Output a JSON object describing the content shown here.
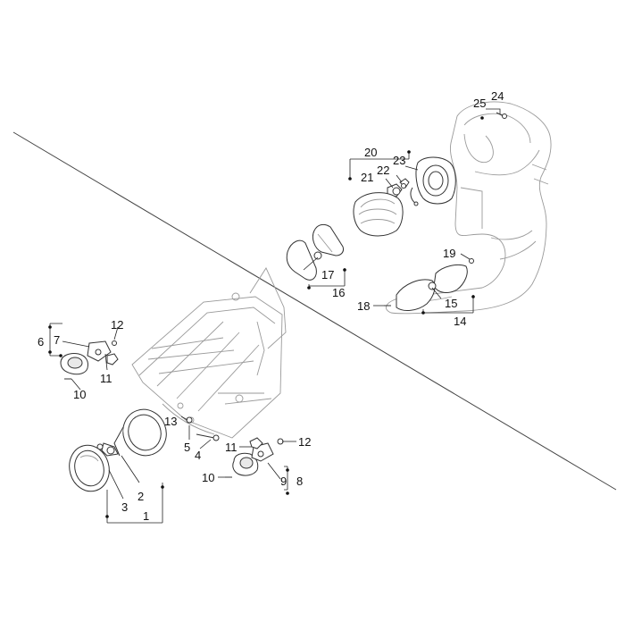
{
  "labels": {
    "p1": "1",
    "p2": "2",
    "p3": "3",
    "p4": "4",
    "p5": "5",
    "p6": "6",
    "p7": "7",
    "p8": "8",
    "p9": "9",
    "p10a": "10",
    "p10b": "10",
    "p11a": "11",
    "p11b": "11",
    "p12a": "12",
    "p12b": "12",
    "p13": "13",
    "p14": "14",
    "p15": "15",
    "p16": "16",
    "p17": "17",
    "p18": "18",
    "p19": "19",
    "p20": "20",
    "p21": "21",
    "p22": "22",
    "p23": "23",
    "p24": "24",
    "p25": "25"
  }
}
